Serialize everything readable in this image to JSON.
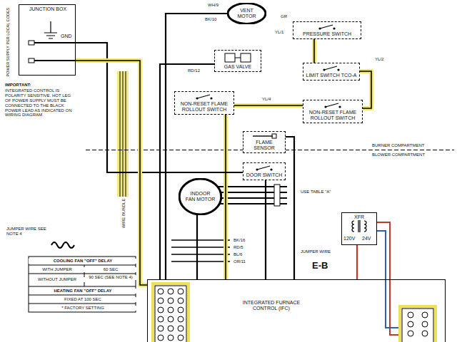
{
  "diagram": {
    "nodes": [
      {
        "text": [
          "JUNCTION BOX",
          "GND"
        ]
      },
      {
        "text": [
          "VENT MOTOR"
        ]
      },
      {
        "text": [
          "PRESSURE SWITCH"
        ]
      },
      {
        "text": [
          "GAS VALVE"
        ]
      },
      {
        "text": [
          "LIMIT SWITCH TCO-A"
        ]
      },
      {
        "text": [
          "NON-RESET FLAME ROLLOUT SWITCH"
        ]
      },
      {
        "text": [
          "NON-RESET FLAME ROLLOUT SWITCH"
        ]
      },
      {
        "text": [
          "FLAME SENSOR"
        ]
      },
      {
        "text": [
          "DOOR SWITCH"
        ]
      },
      {
        "text": [
          "INDOOR FAN MOTOR"
        ]
      },
      {
        "text": [
          "XFR",
          "120V",
          "24V"
        ]
      },
      {
        "text": [
          "INTEGRATED FURNACE CONTROL (IFC)"
        ]
      }
    ],
    "edges": [
      {
        "from": 1,
        "to": 11,
        "arrow": "none"
      },
      {
        "from": 2,
        "to": 4,
        "arrow": "none"
      },
      {
        "from": 4,
        "to": 6,
        "arrow": "none"
      },
      {
        "from": 6,
        "to": 5,
        "arrow": "none"
      },
      {
        "from": 5,
        "to": 11,
        "arrow": "none"
      },
      {
        "from": 3,
        "to": 11,
        "arrow": "none"
      },
      {
        "from": 7,
        "to": 11,
        "arrow": "none"
      },
      {
        "from": 8,
        "to": 11,
        "arrow": "none"
      },
      {
        "from": 0,
        "to": 8,
        "arrow": "none"
      },
      {
        "from": 9,
        "to": 11,
        "arrow": "none"
      },
      {
        "from": 10,
        "to": 11,
        "arrow": "none"
      },
      {
        "from": 0,
        "to": 11,
        "arrow": "none"
      }
    ],
    "labels": [
      "POWER SUPPLY PER LOCAL CODES",
      "IMPORTANT:",
      "INTEGRATED CONTROL IS POLARITY SENSITIVE. HOT LEG OF POWER SUPPLY MUST BE CONNECTED TO THE BLACK POWER LEAD AS INDICATED ON WIRING DIAGRAM.",
      "WH/9",
      "BK/10",
      "GR",
      "YL/1",
      "YL/2",
      "YL/4",
      "RD/12",
      "BURNER COMPARTMENT",
      "BLOWER COMPARTMENT",
      "USE TABLE \"A\"",
      "WIRE BUNDLE",
      "JUMPER WIRE",
      "E-B",
      "JUMPER WIRE SEE NOTE 4",
      "COOLING FAN \"OFF\" DELAY",
      "WITH JUMPER",
      "60 SEC",
      "WITHOUT JUMPER",
      "90 SEC (SEE NOTE 4)",
      "HEATING FAN \"OFF\" DELAY",
      "FIXED AT 100 SEC",
      "* FACTORY SETTING",
      "BK/16",
      "RD/5",
      "BL/6",
      "OR/11"
    ]
  }
}
